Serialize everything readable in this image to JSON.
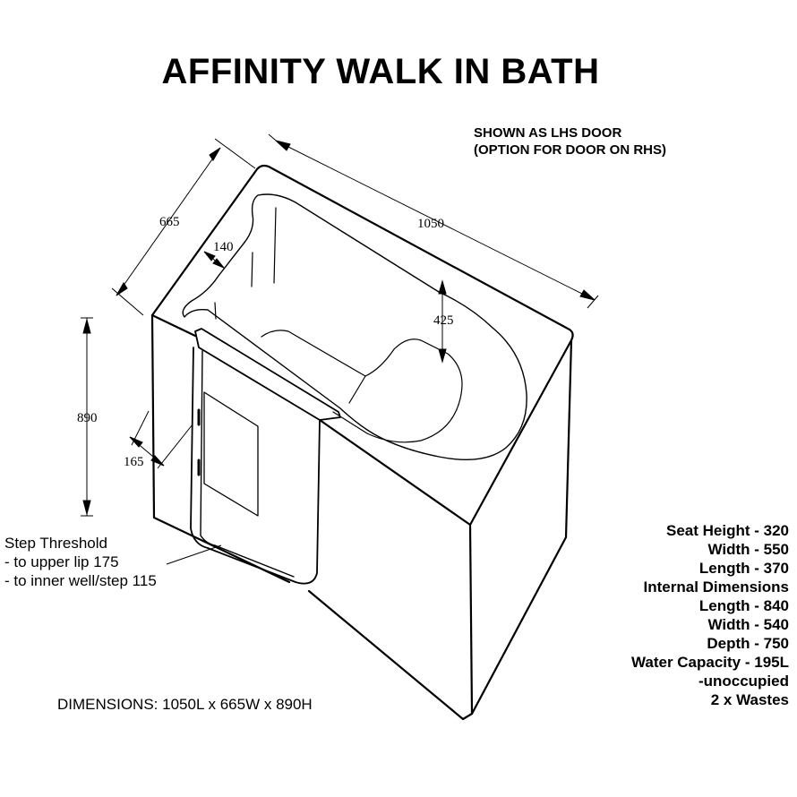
{
  "title": "AFFINITY WALK IN BATH",
  "door_note": [
    "SHOWN AS LHS DOOR",
    "(OPTION FOR DOOR ON RHS)"
  ],
  "dimension_labels": {
    "width": "665",
    "length": "1050",
    "rim": "140",
    "seat_depth": "425",
    "height": "890",
    "threshold": "165"
  },
  "step_threshold": [
    "Step Threshold",
    "- to upper lip 175",
    "- to inner well/step 115"
  ],
  "specs": [
    "Seat Height - 320",
    "Width - 550",
    "Length - 370",
    "Internal Dimensions",
    "Length - 840",
    "Width - 540",
    "Depth - 750",
    "Water Capacity - 195L",
    "-unoccupied",
    "2 x Wastes"
  ],
  "overall_dimensions": "DIMENSIONS: 1050L x 665W x 890H"
}
